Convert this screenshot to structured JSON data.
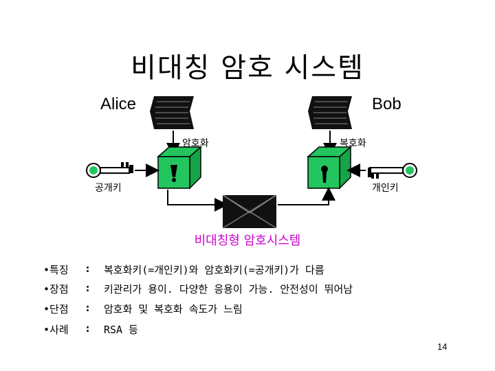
{
  "title": "비대칭 암호 시스템",
  "diagram": {
    "alice": "Alice",
    "bob": "Bob",
    "encrypt_label": "암호화",
    "decrypt_label": "복호화",
    "public_key_label": "공개키",
    "private_key_label": "개인키",
    "system_label": "비대칭형 암호시스템",
    "system_label_color": "#cc00cc",
    "box_color": "#22c55e",
    "channel_color": "#111111"
  },
  "properties": [
    {
      "bullet": "•특징",
      "colon": ":",
      "value": "복호화키(=개인키)와 암호화키(=공개키)가 다름"
    },
    {
      "bullet": "•장점",
      "colon": ":",
      "value": "키관리가 용이. 다양한 응용이 가능. 안전성이 뛰어남"
    },
    {
      "bullet": "•단점",
      "colon": ":",
      "value": "암호화 및 복호화 속도가 느림"
    },
    {
      "bullet": "•사례",
      "colon": ":",
      "value": "RSA 등"
    }
  ],
  "page_number": "14"
}
